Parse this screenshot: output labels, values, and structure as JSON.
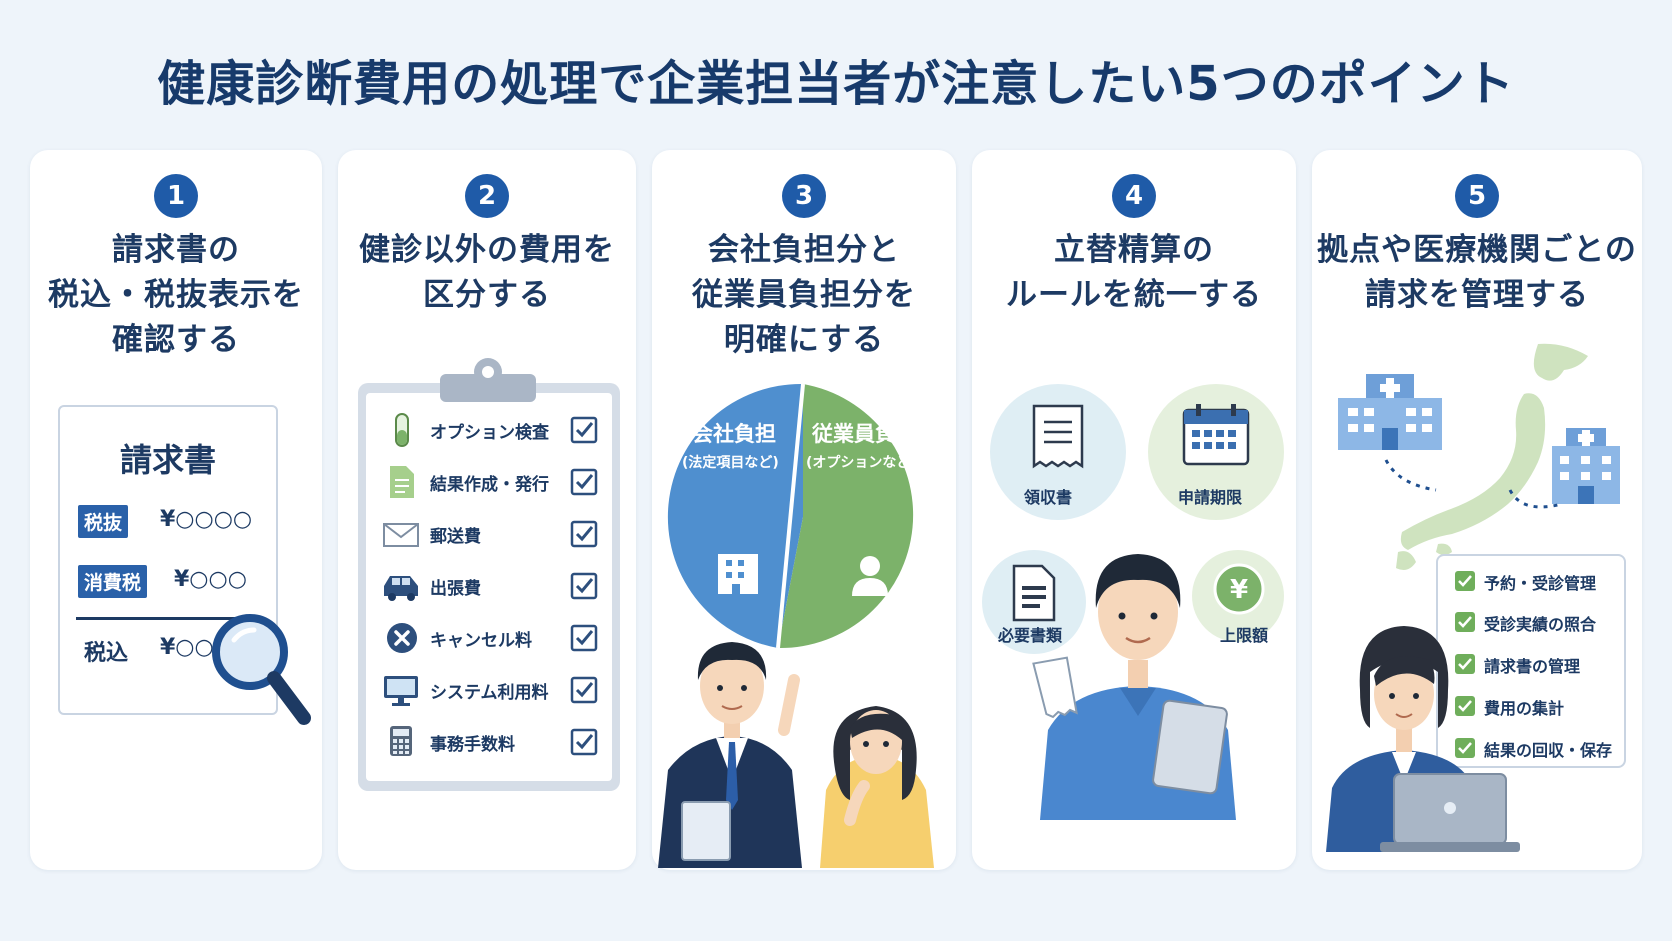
{
  "title": "健康診断費用の処理で企業担当者が注意したい5つのポイント",
  "points": [
    {
      "number": "1",
      "heading": [
        "請求書の",
        "税込・税抜表示を",
        "確認する"
      ],
      "invoice": {
        "title": "請求書",
        "rows": [
          {
            "tag": "税抜",
            "amount": "¥○○○○"
          },
          {
            "tag": "消費税",
            "amount": "¥○○○"
          }
        ],
        "total_label": "税込",
        "total_amount": "¥○○○○"
      }
    },
    {
      "number": "2",
      "heading": [
        "健診以外の費用を",
        "区分する"
      ],
      "checklist": [
        {
          "icon": "test-tube-icon",
          "label": "オプション検査"
        },
        {
          "icon": "document-icon",
          "label": "結果作成・発行"
        },
        {
          "icon": "envelope-icon",
          "label": "郵送費"
        },
        {
          "icon": "car-icon",
          "label": "出張費"
        },
        {
          "icon": "cancel-icon",
          "label": "キャンセル料"
        },
        {
          "icon": "monitor-icon",
          "label": "システム利用料"
        },
        {
          "icon": "calculator-icon",
          "label": "事務手数料"
        }
      ]
    },
    {
      "number": "3",
      "heading": [
        "会社負担分と",
        "従業員負担分を",
        "明確にする"
      ],
      "pie": {
        "company_label": "会社負担",
        "company_sub": "(法定項目など)",
        "employee_label": "従業員負担",
        "employee_sub": "(オプションなど)",
        "company_color": "#4f8fcf",
        "employee_color": "#7cb26a"
      }
    },
    {
      "number": "4",
      "heading": [
        "立替精算の",
        "ルールを統一する"
      ],
      "items": [
        "領収書",
        "申請期限",
        "必要書類",
        "上限額"
      ]
    },
    {
      "number": "5",
      "heading": [
        "拠点や医療機関ごとの",
        "請求を管理する"
      ],
      "checklist": [
        "予約・受診管理",
        "受診実績の照合",
        "請求書の管理",
        "費用の集計",
        "結果の回収・保存"
      ]
    }
  ]
}
